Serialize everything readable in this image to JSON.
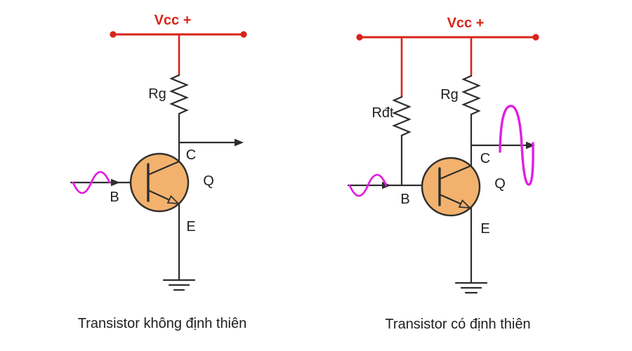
{
  "colors": {
    "red": "#d92318",
    "magenta": "#e11fe1",
    "wire": "#2e2e2e",
    "transistor-fill": "#f2b26e",
    "transistor-stroke": "#33302c",
    "text": "#1f1f1f",
    "background": "#ffffff"
  },
  "left_circuit": {
    "vcc_label": "Vcc +",
    "collector_resistor_label": "Rg",
    "terminals": {
      "base": "B",
      "collector": "C",
      "emitter": "E"
    },
    "transistor_name": "Q",
    "caption": "Transistor không định thiên"
  },
  "right_circuit": {
    "vcc_label": "Vcc +",
    "bias_resistor_label": "Rđt",
    "collector_resistor_label": "Rg",
    "terminals": {
      "base": "B",
      "collector": "C",
      "emitter": "E"
    },
    "transistor_name": "Q",
    "caption": "Transistor có định thiên"
  }
}
